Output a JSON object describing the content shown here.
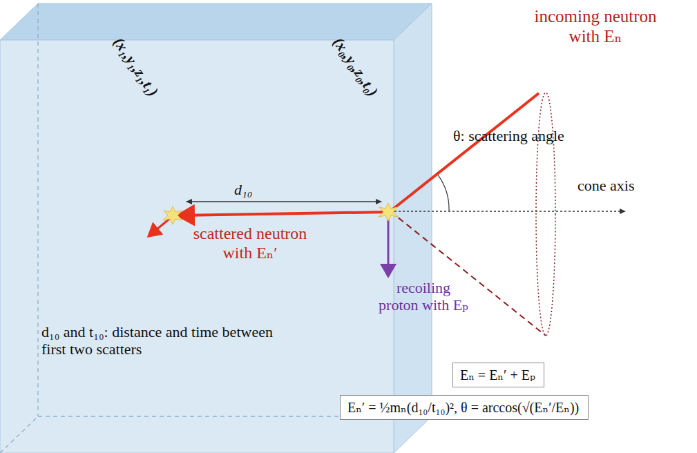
{
  "diagram": {
    "nodes": [
      {
        "text": [
          "Eₙ = Eₙ′ + Eₚ"
        ]
      },
      {
        "text": [
          "Eₙ′ = ½mₙ(d₁₀/t₁₀)², θ = arccos(√(Eₙ′/Eₙ))"
        ]
      }
    ],
    "labels": [
      "incoming neutron with Eₙ",
      "θ: scattering angle",
      "cone axis",
      "(x₁,y₁,z₁,t₁)",
      "(x₀,y₀,z₀,t₀)",
      "d₁₀",
      "scattered neutron with Eₙ′",
      "recoiling proton with Eₚ",
      "d₁₀ and t₁₀: distance and time between first two scatters"
    ]
  }
}
